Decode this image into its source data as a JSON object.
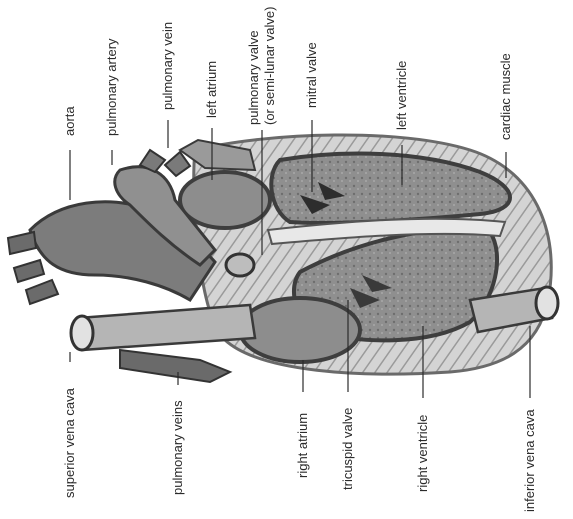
{
  "figure": {
    "labels": {
      "aorta": "aorta",
      "pulmonary_artery": "pulmonary artery",
      "pulmonary_vein": "pulmonary vein",
      "left_atrium": "left atrium",
      "pulmonary_valve_1": "pulmonary valve",
      "pulmonary_valve_2": "(or semi-lunar valve)",
      "mitral_valve": "mitral valve",
      "left_ventricle": "left ventricle",
      "cardiac_muscle": "cardiac muscle",
      "superior_vena_cava": "superior vena cava",
      "pulmonary_veins": "pulmonary veins",
      "right_atrium": "right atrium",
      "tricuspid_valve": "tricuspid valve",
      "right_ventricle": "right ventricle",
      "inferior_vena_cava": "inferior vena cava"
    }
  }
}
